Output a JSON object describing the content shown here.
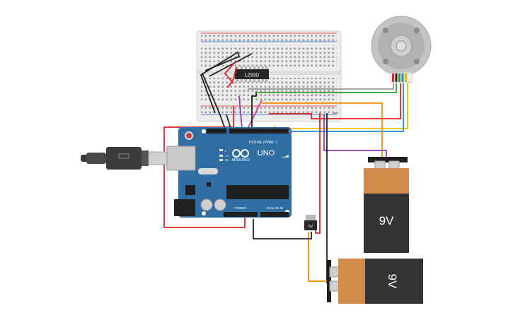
{
  "colors": {
    "board_blue": "#2f6da3",
    "board_dark": "#1f4f7a",
    "breadboard": "#ececec",
    "battery_copper": "#d38b4b",
    "battery_body": "#333333",
    "wire_red": "#e02020",
    "wire_black": "#222222",
    "wire_green": "#2ca02c",
    "wire_orange": "#f08c00",
    "wire_yellow": "#e8c000",
    "wire_blue": "#1f8fd0",
    "wire_purple": "#8a3fb0",
    "wire_pink": "#d33aa0",
    "wire_gray": "#999999"
  },
  "ic": {
    "label": "L293D"
  },
  "arduino": {
    "brand": "ARDUINO",
    "model": "UNO",
    "digital_label": "DIGITAL (PWM ~)",
    "power_label": "POWER",
    "analog_label": "ANALOG IN",
    "tx_label": "TX",
    "rx_label": "RX",
    "l_label": "L",
    "on_label": "ON"
  },
  "regulator": {
    "label": "5V"
  },
  "battery_top": {
    "label": "9V"
  },
  "battery_bottom": {
    "label": "9V"
  },
  "motor": {
    "wire_colors": [
      "#e02020",
      "#222222",
      "#2ca02c",
      "#1f8fd0",
      "#e8c000",
      "#f0f0f0"
    ]
  }
}
